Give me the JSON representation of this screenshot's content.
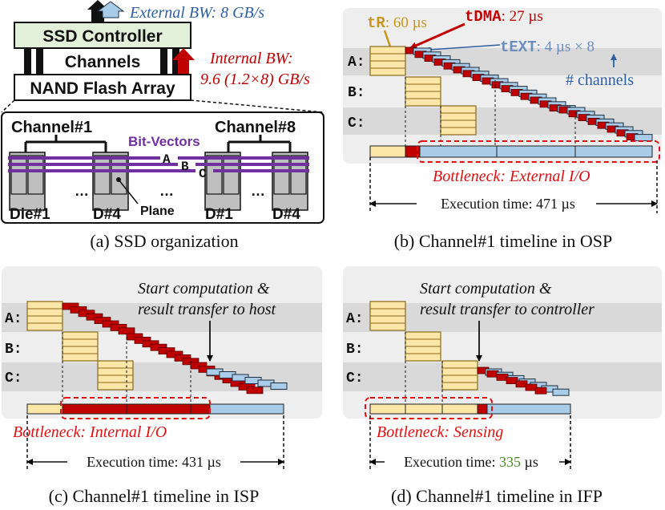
{
  "colors": {
    "sensing": "#fde7a8",
    "sensing_stroke": "#8a6a1a",
    "dma": "#c00000",
    "ext": "#a9cde8",
    "ext_stroke": "#1f2d3d",
    "panel_bg": "#eeeeee",
    "lane_bg": "#d9d9d9",
    "bitvec": "#7030a0",
    "red_text": "#c00000",
    "blue_text": "#2e5fa0",
    "gold_text": "#c8961e",
    "green_text": "#4a8a28"
  },
  "panel_a": {
    "caption": "(a) SSD organization",
    "external_bw": "External BW: 8 GB/s",
    "ssd_controller": "SSD Controller",
    "channels": "Channels",
    "internal_bw_line1": "Internal BW:",
    "internal_bw_line2": "9.6 (1.2×8) GB/s",
    "nand": "NAND Flash Array",
    "channel1": "Channel#1",
    "channel8": "Channel#8",
    "bit_vectors": "Bit-Vectors",
    "vec_a": "A",
    "vec_b": "B",
    "vec_c": "C",
    "die1": "Die#1",
    "d4": "D#4",
    "d1": "D#1",
    "d4b": "D#4",
    "plane": "Plane",
    "dots": "…"
  },
  "panel_b": {
    "caption": "(b) Channel#1 timeline in OSP",
    "tr_label": "tR",
    "tr_value": ": 60 µs",
    "tdma_label": "tDMA",
    "tdma_value": ": 27 µs",
    "text_label": "tEXT",
    "text_value": ": 4 µs × 8",
    "channels_note": "# channels",
    "lanes": [
      "A:",
      "B:",
      "C:"
    ],
    "bottleneck": "Bottleneck: External I/O",
    "exec": "Execution time: 471 µs"
  },
  "panel_c": {
    "caption": "(c) Channel#1 timeline in ISP",
    "note_line1": "Start computation &",
    "note_line2": "result transfer to host",
    "lanes": [
      "A:",
      "B:",
      "C:"
    ],
    "bottleneck": "Bottleneck: Internal I/O",
    "exec": "Execution time: 431 µs"
  },
  "panel_d": {
    "caption": "(d) Channel#1 timeline in IFP",
    "note_line1": "Start computation &",
    "note_line2": "result transfer to controller",
    "lanes": [
      "A:",
      "B:",
      "C:"
    ],
    "bottleneck": "Bottleneck: Sensing",
    "exec_prefix": "Execution time: ",
    "exec_value": "335",
    "exec_unit": " µs"
  }
}
